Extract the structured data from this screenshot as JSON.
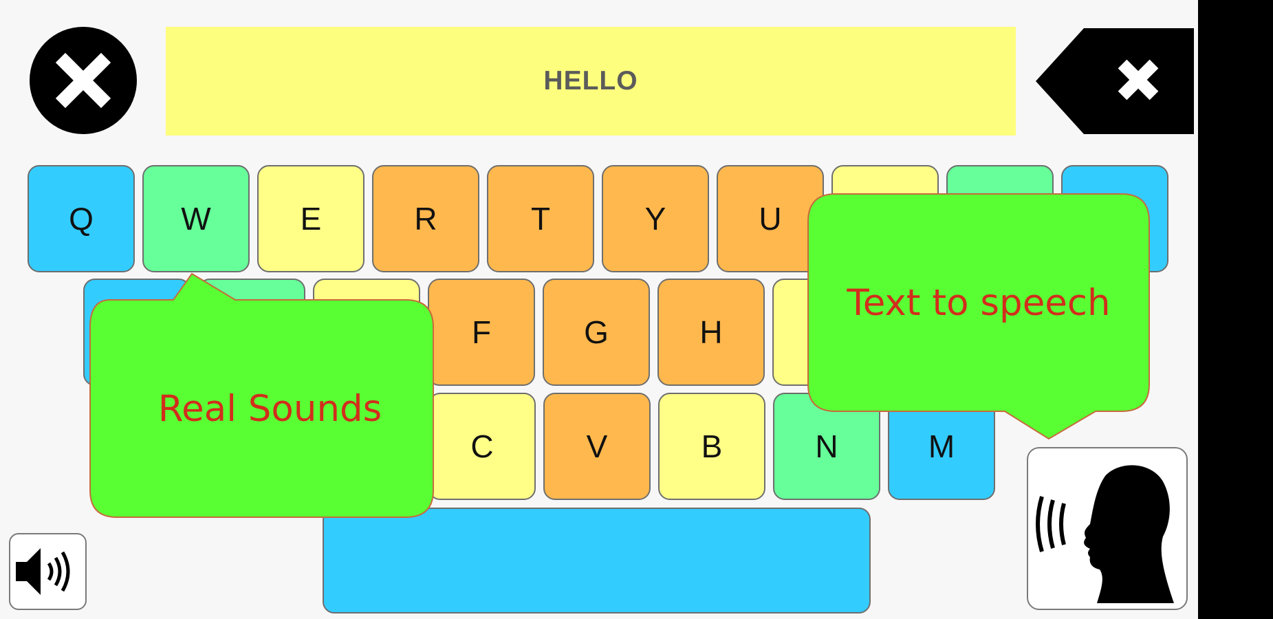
{
  "display": {
    "text": "HELLO",
    "bg_color": "#fefe7e"
  },
  "icons": {
    "close": "close-circle-icon",
    "backspace": "backspace-icon",
    "sound": "speaker-icon",
    "speak": "speaking-head-icon"
  },
  "colors": {
    "blue": "#33ccff",
    "green": "#66ff99",
    "yellow": "#ffff88",
    "orange": "#ffb84d",
    "tooltip": "#59ff33",
    "tooltip_text": "#d22d1c"
  },
  "keyboard": {
    "row1": [
      {
        "label": "Q",
        "color": "blue"
      },
      {
        "label": "W",
        "color": "green"
      },
      {
        "label": "E",
        "color": "yellow"
      },
      {
        "label": "R",
        "color": "orange"
      },
      {
        "label": "T",
        "color": "orange"
      },
      {
        "label": "Y",
        "color": "orange"
      },
      {
        "label": "U",
        "color": "orange"
      },
      {
        "label": "",
        "color": "yellow"
      },
      {
        "label": "",
        "color": "green"
      },
      {
        "label": "",
        "color": "blue"
      }
    ],
    "row2": [
      {
        "label": "",
        "color": "blue"
      },
      {
        "label": "",
        "color": "green"
      },
      {
        "label": "",
        "color": "yellow"
      },
      {
        "label": "F",
        "color": "orange"
      },
      {
        "label": "G",
        "color": "orange"
      },
      {
        "label": "H",
        "color": "orange"
      },
      {
        "label": "",
        "color": "yellow"
      }
    ],
    "row3": [
      {
        "label": "C",
        "color": "yellow"
      },
      {
        "label": "V",
        "color": "orange"
      },
      {
        "label": "B",
        "color": "yellow"
      },
      {
        "label": "N",
        "color": "green"
      },
      {
        "label": "M",
        "color": "blue"
      }
    ],
    "space": {
      "color": "blue"
    }
  },
  "tooltips": {
    "real_sounds": "Real Sounds",
    "text_to_speech": "Text to speech"
  }
}
